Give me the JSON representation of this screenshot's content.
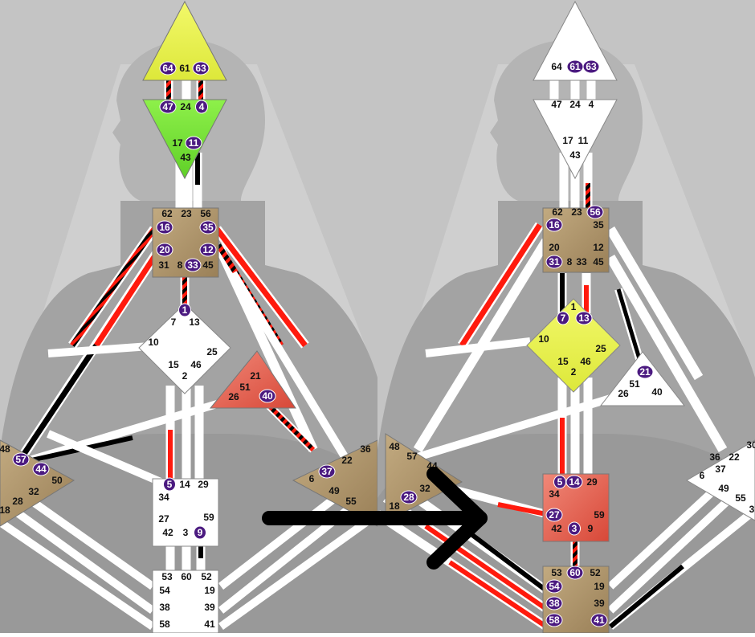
{
  "colors": {
    "background": "#a9a9a9",
    "body_dark": "#8f8f8f",
    "body_light": "#c9c9c9",
    "head": "#b2b2b2",
    "white_channel": "#ffffff",
    "red": "#ff1a0d",
    "black": "#000000",
    "gate_badge": "#4b1a80",
    "gate_badge_text": "#ffffff",
    "gate_text": "#111111",
    "center_brown": "#b09870",
    "center_white": "#ffffff",
    "center_yellow": "#e8f050",
    "center_green": "#78e638",
    "center_red": "#e86a58",
    "arrow": "#000000"
  },
  "charts": [
    {
      "id": "left",
      "head_center": {
        "fill": "yellow",
        "gates": [
          {
            "n": "64",
            "active": true
          },
          {
            "n": "61",
            "active": false
          },
          {
            "n": "63",
            "active": true
          }
        ]
      },
      "ajna_center": {
        "fill": "green",
        "gates": [
          {
            "n": "47",
            "active": true
          },
          {
            "n": "24",
            "active": false
          },
          {
            "n": "4",
            "active": true
          },
          {
            "n": "17",
            "active": false
          },
          {
            "n": "11",
            "active": true
          },
          {
            "n": "43",
            "active": false
          }
        ]
      },
      "throat_center": {
        "fill": "brown",
        "gates": [
          {
            "n": "62",
            "active": false
          },
          {
            "n": "23",
            "active": false
          },
          {
            "n": "56",
            "active": false
          },
          {
            "n": "16",
            "active": true
          },
          {
            "n": "35",
            "active": true
          },
          {
            "n": "20",
            "active": true
          },
          {
            "n": "12",
            "active": true
          },
          {
            "n": "31",
            "active": false
          },
          {
            "n": "8",
            "active": false
          },
          {
            "n": "33",
            "active": true
          },
          {
            "n": "45",
            "active": false
          }
        ]
      },
      "g_center": {
        "fill": "white",
        "gates": [
          {
            "n": "1",
            "active": true
          },
          {
            "n": "7",
            "active": false
          },
          {
            "n": "13",
            "active": false
          },
          {
            "n": "10",
            "active": false
          },
          {
            "n": "25",
            "active": false
          },
          {
            "n": "15",
            "active": false
          },
          {
            "n": "46",
            "active": false
          },
          {
            "n": "2",
            "active": false
          }
        ]
      },
      "ego_center": {
        "fill": "red",
        "gates": [
          {
            "n": "21",
            "active": false
          },
          {
            "n": "51",
            "active": false
          },
          {
            "n": "26",
            "active": false
          },
          {
            "n": "40",
            "active": true
          }
        ]
      },
      "spleen_center": {
        "fill": "brown",
        "gates": [
          {
            "n": "48",
            "active": false
          },
          {
            "n": "57",
            "active": true
          },
          {
            "n": "44",
            "active": true
          },
          {
            "n": "50",
            "active": false
          },
          {
            "n": "32",
            "active": false
          },
          {
            "n": "28",
            "active": false
          },
          {
            "n": "18",
            "active": false
          }
        ]
      },
      "sacral_center": {
        "fill": "white",
        "gates": [
          {
            "n": "5",
            "active": true
          },
          {
            "n": "14",
            "active": false
          },
          {
            "n": "29",
            "active": false
          },
          {
            "n": "34",
            "active": false
          },
          {
            "n": "27",
            "active": false
          },
          {
            "n": "59",
            "active": false
          },
          {
            "n": "42",
            "active": false
          },
          {
            "n": "3",
            "active": false
          },
          {
            "n": "9",
            "active": true
          }
        ]
      },
      "solar_center": {
        "fill": "brown",
        "gates": [
          {
            "n": "36",
            "active": false
          },
          {
            "n": "22",
            "active": false
          },
          {
            "n": "6",
            "active": false
          },
          {
            "n": "37",
            "active": true
          },
          {
            "n": "49",
            "active": false
          },
          {
            "n": "55",
            "active": false
          }
        ]
      },
      "root_center": {
        "fill": "white",
        "gates": [
          {
            "n": "53",
            "active": false
          },
          {
            "n": "60",
            "active": false
          },
          {
            "n": "52",
            "active": false
          },
          {
            "n": "54",
            "active": false
          },
          {
            "n": "19",
            "active": false
          },
          {
            "n": "38",
            "active": false
          },
          {
            "n": "39",
            "active": false
          },
          {
            "n": "58",
            "active": false
          },
          {
            "n": "41",
            "active": false
          }
        ]
      }
    },
    {
      "id": "right",
      "head_center": {
        "fill": "white",
        "gates": [
          {
            "n": "64",
            "active": false
          },
          {
            "n": "61",
            "active": true
          },
          {
            "n": "63",
            "active": true
          }
        ]
      },
      "ajna_center": {
        "fill": "white",
        "gates": [
          {
            "n": "47",
            "active": false
          },
          {
            "n": "24",
            "active": false
          },
          {
            "n": "4",
            "active": false
          },
          {
            "n": "17",
            "active": false
          },
          {
            "n": "11",
            "active": false
          },
          {
            "n": "43",
            "active": false
          }
        ]
      },
      "throat_center": {
        "fill": "brown",
        "gates": [
          {
            "n": "62",
            "active": false
          },
          {
            "n": "23",
            "active": false
          },
          {
            "n": "56",
            "active": true
          },
          {
            "n": "16",
            "active": true
          },
          {
            "n": "35",
            "active": false
          },
          {
            "n": "20",
            "active": false
          },
          {
            "n": "12",
            "active": false
          },
          {
            "n": "31",
            "active": true
          },
          {
            "n": "8",
            "active": false
          },
          {
            "n": "33",
            "active": false
          },
          {
            "n": "45",
            "active": false
          }
        ]
      },
      "g_center": {
        "fill": "yellow",
        "gates": [
          {
            "n": "1",
            "active": false
          },
          {
            "n": "7",
            "active": true
          },
          {
            "n": "13",
            "active": true
          },
          {
            "n": "10",
            "active": false
          },
          {
            "n": "25",
            "active": false
          },
          {
            "n": "15",
            "active": false
          },
          {
            "n": "46",
            "active": false
          },
          {
            "n": "2",
            "active": false
          }
        ]
      },
      "ego_center": {
        "fill": "white",
        "gates": [
          {
            "n": "21",
            "active": true
          },
          {
            "n": "51",
            "active": false
          },
          {
            "n": "26",
            "active": false
          },
          {
            "n": "40",
            "active": false
          }
        ]
      },
      "spleen_center": {
        "fill": "brown",
        "gates": [
          {
            "n": "48",
            "active": false
          },
          {
            "n": "57",
            "active": false
          },
          {
            "n": "44",
            "active": false
          },
          {
            "n": "32",
            "active": false
          },
          {
            "n": "28",
            "active": true
          },
          {
            "n": "18",
            "active": false
          }
        ]
      },
      "sacral_center": {
        "fill": "red",
        "gates": [
          {
            "n": "5",
            "active": true
          },
          {
            "n": "14",
            "active": true
          },
          {
            "n": "29",
            "active": false
          },
          {
            "n": "34",
            "active": false
          },
          {
            "n": "27",
            "active": true
          },
          {
            "n": "59",
            "active": false
          },
          {
            "n": "42",
            "active": false
          },
          {
            "n": "3",
            "active": true
          },
          {
            "n": "9",
            "active": false
          }
        ]
      },
      "solar_center": {
        "fill": "white",
        "gates": [
          {
            "n": "36",
            "active": false
          },
          {
            "n": "22",
            "active": false
          },
          {
            "n": "6",
            "active": false
          },
          {
            "n": "37",
            "active": false
          },
          {
            "n": "49",
            "active": false
          },
          {
            "n": "55",
            "active": false
          },
          {
            "n": "30",
            "active": false
          },
          {
            "n": "3",
            "active": false
          }
        ]
      },
      "root_center": {
        "fill": "brown",
        "gates": [
          {
            "n": "53",
            "active": false
          },
          {
            "n": "60",
            "active": true
          },
          {
            "n": "52",
            "active": false
          },
          {
            "n": "54",
            "active": true
          },
          {
            "n": "19",
            "active": false
          },
          {
            "n": "38",
            "active": true
          },
          {
            "n": "39",
            "active": false
          },
          {
            "n": "58",
            "active": true
          },
          {
            "n": "41",
            "active": true
          }
        ]
      }
    }
  ]
}
